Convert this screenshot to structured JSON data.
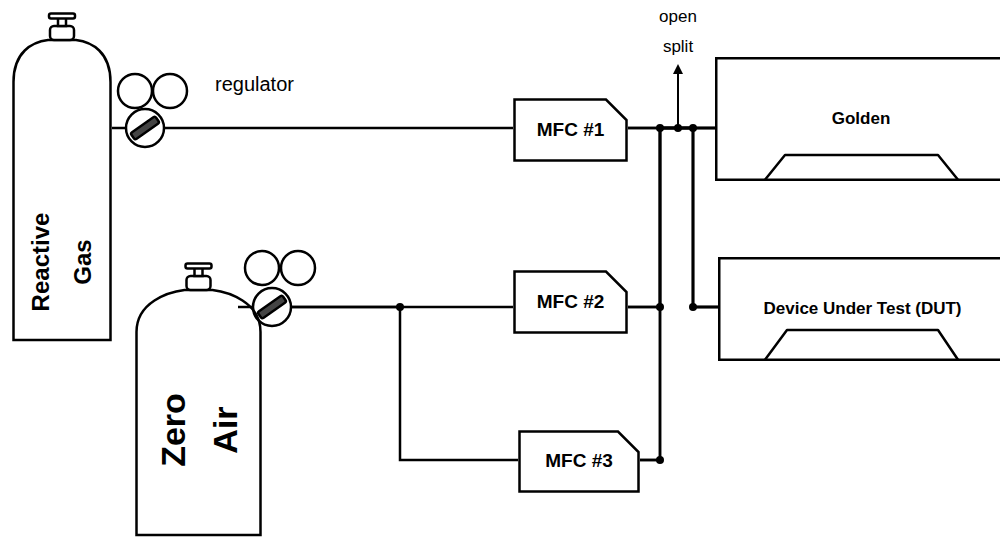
{
  "diagram": {
    "nodes": [
      {
        "text": [
          "Reactive Gas"
        ]
      },
      {
        "text": [
          "Zero Air"
        ]
      },
      {
        "text": [
          "MFC #1"
        ]
      },
      {
        "text": [
          "MFC #2"
        ]
      },
      {
        "text": [
          "MFC #3"
        ]
      },
      {
        "text": [
          "Golden"
        ]
      },
      {
        "text": [
          "Device Under Test (DUT)"
        ]
      }
    ],
    "edges": [
      {
        "from": 0,
        "to": 2,
        "arrow": "none"
      },
      {
        "from": 1,
        "to": 3,
        "arrow": "none"
      },
      {
        "from": 1,
        "to": 4,
        "arrow": "none"
      },
      {
        "from": 2,
        "to": 5,
        "arrow": "none"
      },
      {
        "from": 2,
        "to": 6,
        "arrow": "none"
      },
      {
        "from": 3,
        "to": 5,
        "arrow": "none"
      },
      {
        "from": 3,
        "to": 6,
        "arrow": "none"
      },
      {
        "from": 4,
        "to": 5,
        "arrow": "none"
      },
      {
        "from": 4,
        "to": 6,
        "arrow": "none"
      }
    ],
    "labels": [
      "regulator",
      "open split"
    ]
  }
}
